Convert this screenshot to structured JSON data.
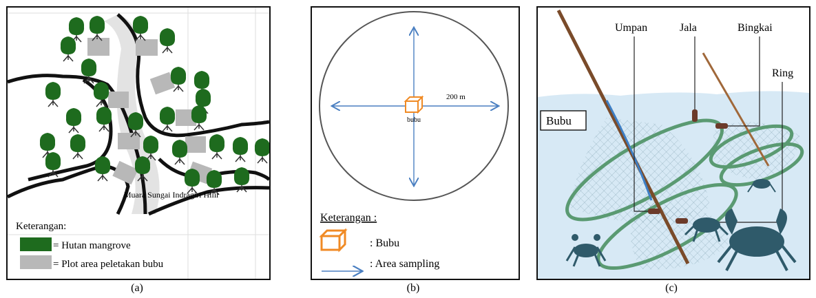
{
  "panel_a": {
    "caption": "(a)",
    "river_label": "Muara Sungai Indragiri Hilir",
    "legend_title": "Keterangan:",
    "legend_items": [
      {
        "label": "= Hutan mangrove",
        "color": "#1e6b1e"
      },
      {
        "label": "= Plot area peletakan bubu",
        "color": "#b8b8b8"
      }
    ]
  },
  "panel_b": {
    "caption": "(b)",
    "radius_label": "200 m",
    "center_label": "bubu",
    "legend_title": "Keterangan :",
    "legend_items": [
      {
        "label": ": Bubu",
        "icon": "box-icon",
        "color": "#f08a24"
      },
      {
        "label": ": Area sampling",
        "icon": "arrow-icon",
        "color": "#4a7fc1"
      }
    ]
  },
  "panel_c": {
    "caption": "(c)",
    "labels": {
      "umpan": "Umpan",
      "jala": "Jala",
      "bingkai": "Bingkai",
      "ring": "Ring",
      "bubu": "Bubu"
    },
    "colors": {
      "water": "#d7e9f5",
      "ring": "#5a9a72",
      "crab": "#2f5a6a",
      "pole": "#7a4b2a"
    }
  }
}
